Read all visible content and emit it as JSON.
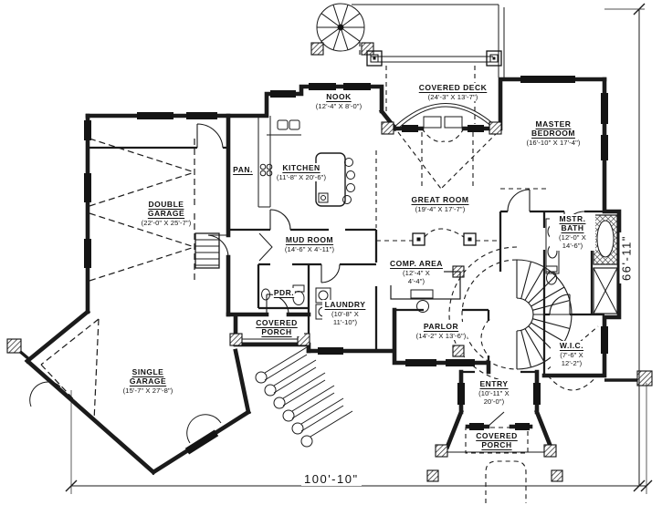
{
  "plan": {
    "rooms": {
      "covered_deck": {
        "name": "COVERED DECK",
        "dims": "(24'-3\" X 13'-7\")"
      },
      "nook": {
        "name": "NOOK",
        "dims": "(12'-4\" X 8'-0\")"
      },
      "master_bedroom": {
        "name": "MASTER BEDROOM",
        "dims": "(16'-10\" X 17'-4\")"
      },
      "kitchen": {
        "name": "KITCHEN",
        "dims": "(11'-8\" X 20'-6\")"
      },
      "pantry": {
        "name": "PAN."
      },
      "double_garage": {
        "name": "DOUBLE GARAGE",
        "dims": "(22'-0\" X 25'-7\")"
      },
      "great_room": {
        "name": "GREAT ROOM",
        "dims": "(19'-4\" X 17'-7\")"
      },
      "master_bath": {
        "name": "MSTR. BATH",
        "dims": "(12'-0\" X 14'-6\")"
      },
      "mud_room": {
        "name": "MUD ROOM",
        "dims": "(14'-6\" X 4'-11\")"
      },
      "comp_area": {
        "name": "COMP. AREA",
        "dims": "(12'-4\" X 4'-4\")"
      },
      "powder": {
        "name": "PDR."
      },
      "laundry": {
        "name": "LAUNDRY",
        "dims": "(10'-8\" X 11'-10\")"
      },
      "covered_porch_left": {
        "name": "COVERED PORCH"
      },
      "parlor": {
        "name": "PARLOR",
        "dims": "(14'-2\" X 13'-6\")"
      },
      "single_garage": {
        "name": "SINGLE GARAGE",
        "dims": "(15'-7\" X 27'-8\")"
      },
      "entry": {
        "name": "ENTRY",
        "dims": "(10'-11\" X 20'-0\")"
      },
      "wic": {
        "name": "W.I.C.",
        "dims": "(7'-6\" X 12'-2\")"
      },
      "covered_porch_bottom": {
        "name": "COVERED PORCH"
      }
    },
    "dimensions": {
      "overall_width": "100'-10\"",
      "overall_height": "66'-11\""
    }
  }
}
